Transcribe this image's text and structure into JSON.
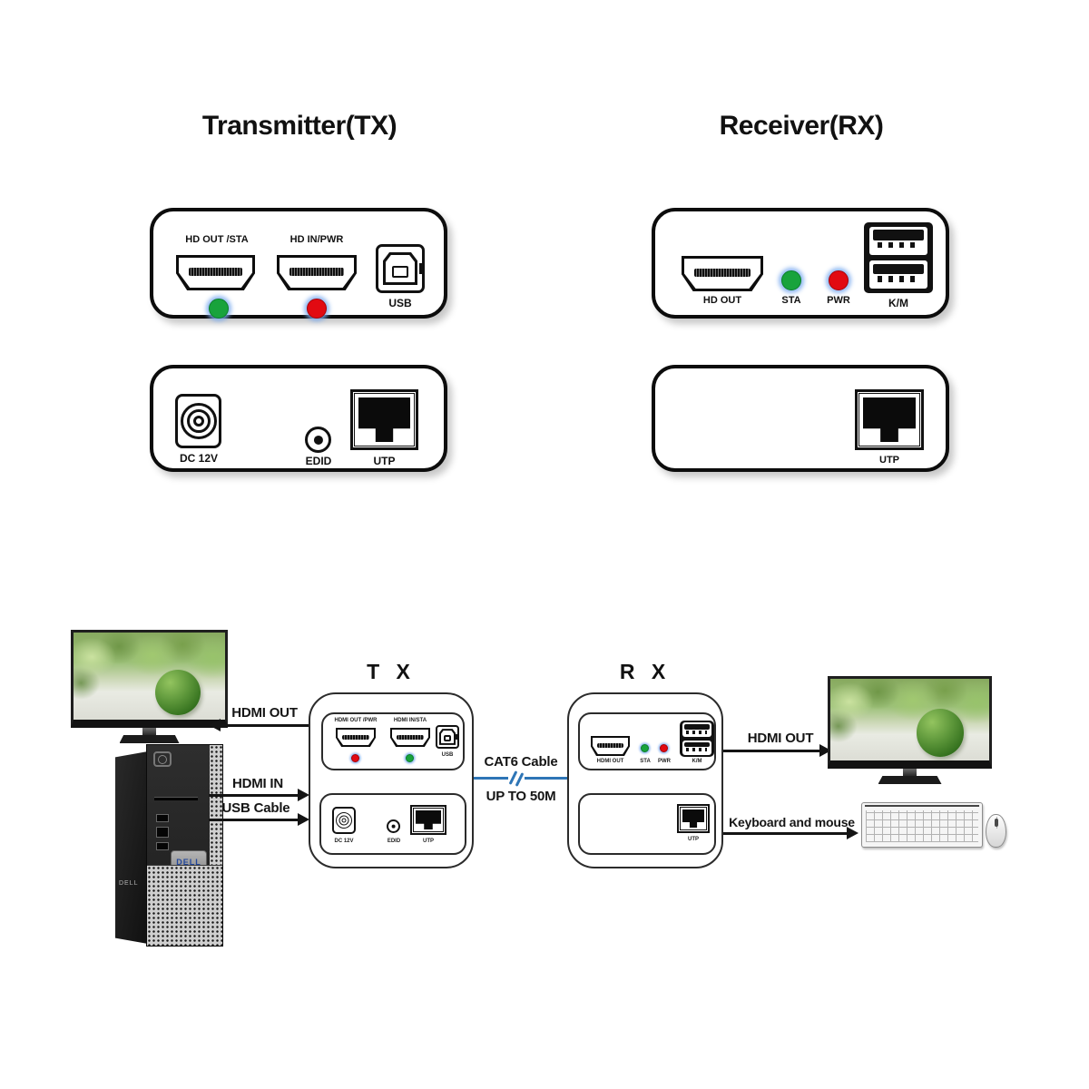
{
  "header": {
    "tx_title": "Transmitter(TX)",
    "rx_title": "Receiver(RX)"
  },
  "tx_front": {
    "port1_label": "HD OUT /STA",
    "port2_label": "HD IN/PWR",
    "usb_label": "USB"
  },
  "tx_back": {
    "dc_label": "DC 12V",
    "edid_label": "EDID",
    "utp_label": "UTP"
  },
  "rx_front": {
    "hdmi_label": "HD OUT",
    "sta_label": "STA",
    "pwr_label": "PWR",
    "km_label": "K/M"
  },
  "rx_back": {
    "utp_label": "UTP"
  },
  "diagram": {
    "tx_title": "T X",
    "rx_title": "R X",
    "hdmi_out_left_label": "HDMI OUT",
    "hdmi_in_label": "HDMI IN",
    "usb_cable_label": "USB Cable",
    "cat6_label": "CAT6 Cable",
    "distance_label": "UP TO 50M",
    "hdmi_out_right_label": "HDMI OUT",
    "keyboard_mouse_label": "Keyboard and mouse",
    "pc_brand": "DELL",
    "mini_tx": {
      "port1_label": "HDMI OUT /PWR",
      "port2_label": "HDMI IN/STA",
      "usb_label": "USB",
      "dc_label": "DC 12V",
      "edid_label": "EDID",
      "utp_label": "UTP"
    },
    "mini_rx": {
      "hdmi_label": "HDMI OUT",
      "sta_label": "STA",
      "pwr_label": "PWR",
      "km_label": "K/M",
      "utp_label": "UTP"
    }
  },
  "colors": {
    "led_green": "#18a33c",
    "led_red": "#e20a12",
    "cable_blue": "#2e75b6",
    "border_black": "#0c0c0c"
  }
}
